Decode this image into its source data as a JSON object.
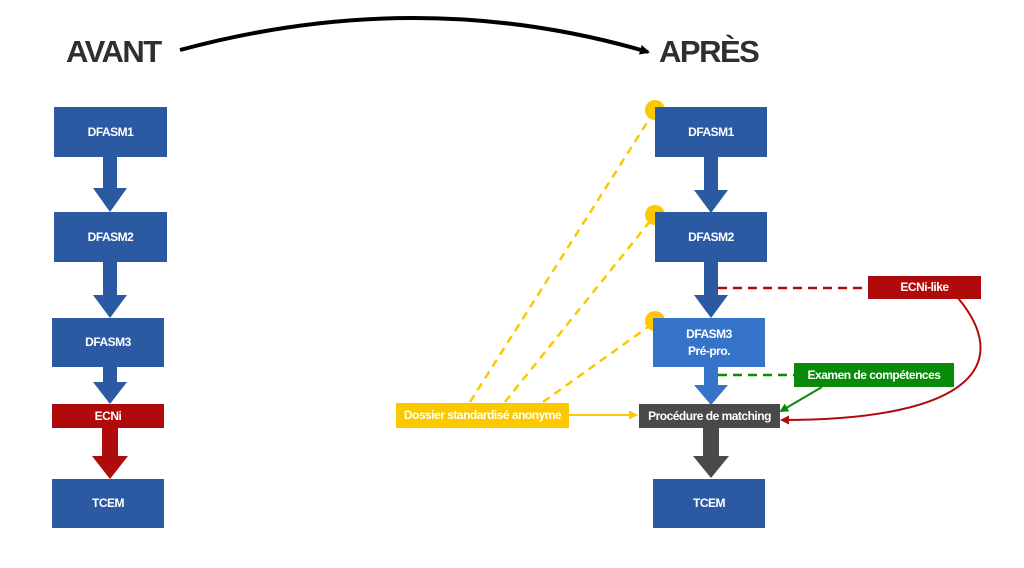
{
  "titles": {
    "before": "AVANT",
    "after": "APRÈS"
  },
  "before_column": {
    "dfasm1": "DFASM1",
    "dfasm2": "DFASM2",
    "dfasm3": "DFASM3",
    "ecni": "ECNi",
    "tcem": "TCEM"
  },
  "after_column": {
    "dfasm1": "DFASM1",
    "dfasm2": "DFASM2",
    "dfasm3_line1": "DFASM3",
    "dfasm3_line2": "Pré-pro.",
    "matching": "Procédure de matching",
    "tcem": "TCEM"
  },
  "side_boxes": {
    "dossier": "Dossier standardisé anonyme",
    "ecni_like": "ECNi-like",
    "examen": "Examen de compétences"
  },
  "colors": {
    "blue": "#2b5aa3",
    "blue_light": "#3574c9",
    "red": "#b00b0b",
    "gray": "#4a4a4a",
    "yellow": "#fcc800",
    "green": "#0a8a0a"
  }
}
